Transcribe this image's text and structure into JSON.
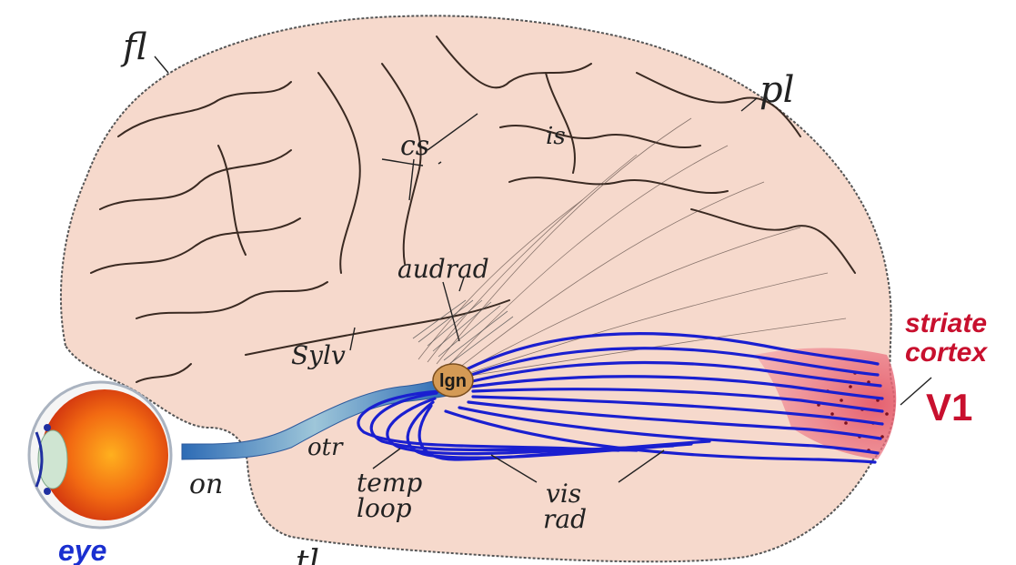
{
  "labels": {
    "fl": "fl",
    "pl": "pl",
    "cs": "cs",
    "is": "is",
    "audrad": "audrad",
    "sylv": "Sylv",
    "lgn": "lgn",
    "otr": "otr",
    "on": "on",
    "temp": "temp",
    "loop": "loop",
    "vis": "vis",
    "rad": "rad",
    "striate": "striate",
    "cortex": "cortex",
    "v1": "V1",
    "eye": "eye",
    "tl": "tl"
  },
  "colors": {
    "brain": "#f6d9cc",
    "radiation": "#1a1fd0",
    "striate": "#c8102e",
    "eye_label": "#1a2fd0",
    "lgn": "#d49a55",
    "nerve": "#4f87c6"
  }
}
